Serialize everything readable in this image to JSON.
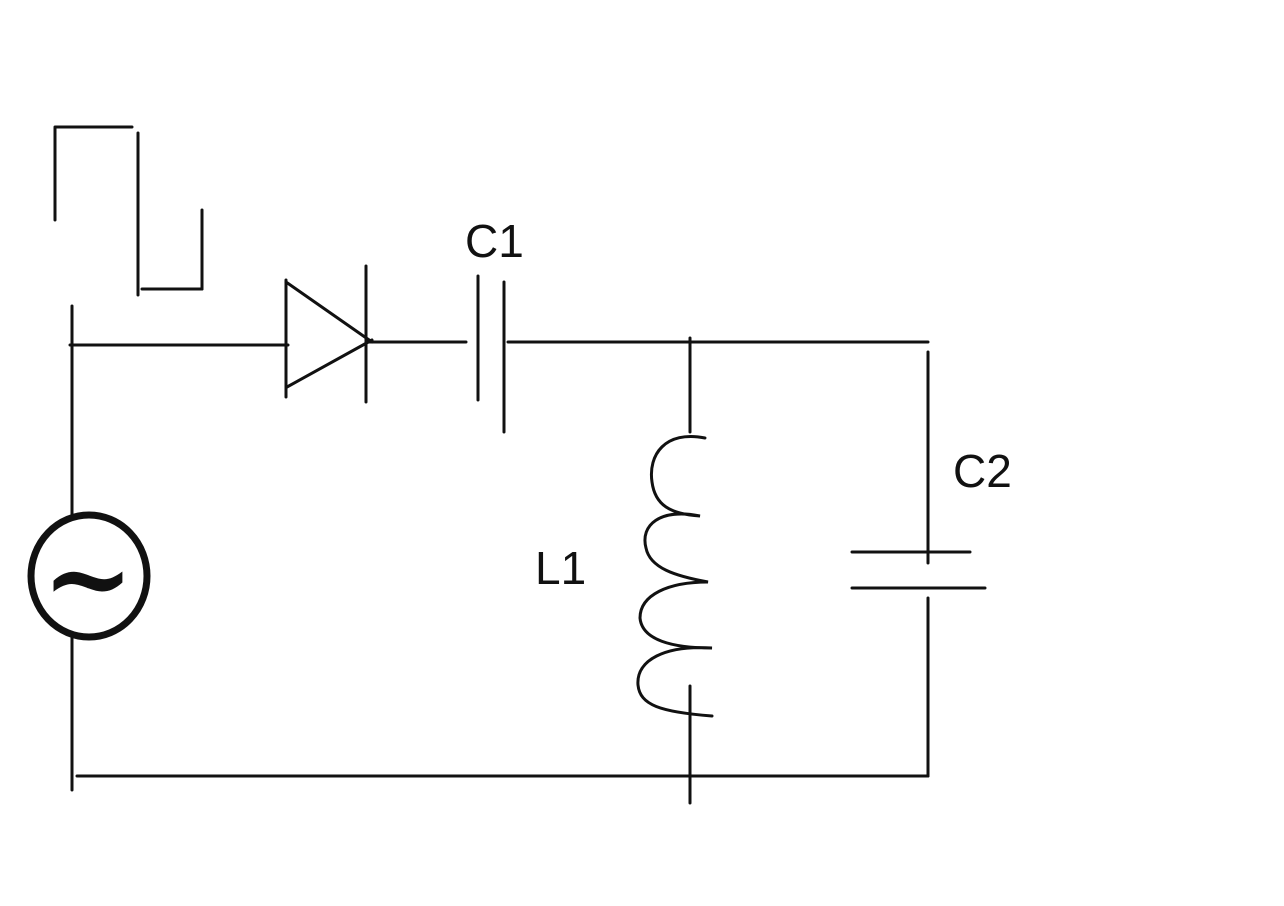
{
  "diagram": {
    "components": {
      "c1": {
        "label": "C1"
      },
      "c2": {
        "label": "C2"
      },
      "l1": {
        "label": "L1"
      },
      "source": {
        "symbol": "~"
      }
    },
    "colors": {
      "ink": "#111111",
      "background": "#ffffff"
    }
  }
}
